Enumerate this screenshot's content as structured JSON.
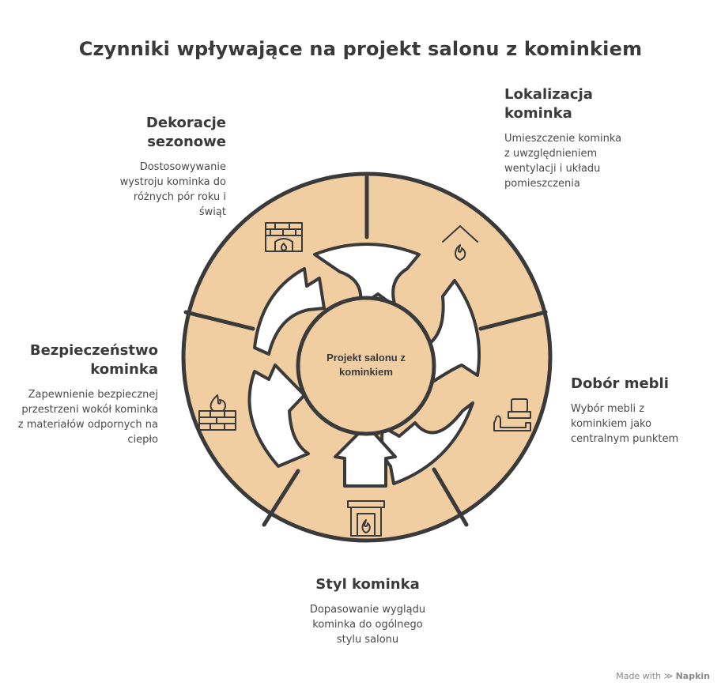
{
  "title": "Czynniki wpływające na projekt salonu z kominkiem",
  "center_label": "Projekt salonu z kominkiem",
  "colors": {
    "ring_fill": "#f0ceA2",
    "stroke": "#3a3a3a",
    "text": "#3a3a3a"
  },
  "factors": [
    {
      "title": "Lokalizacja kominka",
      "description": "Umieszczenie kominka z uwzględnieniem wentylacji i układu pomieszczenia",
      "icon": "house-flame-icon"
    },
    {
      "title": "Dobór mebli",
      "description": "Wybór mebli z kominkiem jako centralnym punktem",
      "icon": "sofa-armchair-icon"
    },
    {
      "title": "Styl kominka",
      "description": "Dopasowanie wyglądu kominka do ogólnego stylu salonu",
      "icon": "fireplace-icon"
    },
    {
      "title": "Bezpieczeństwo kominka",
      "description": "Zapewnienie bezpiecznej przestrzeni wokół kominka z materiałów odpornych na ciepło",
      "icon": "brick-fire-icon"
    },
    {
      "title": "Dekoracje sezonowe",
      "description": "Dostosowywanie wystroju kominka do różnych pór roku i świąt",
      "icon": "brick-fireplace-icon"
    }
  ],
  "footer": {
    "made_with": "Made with",
    "brand": "Napkin"
  }
}
